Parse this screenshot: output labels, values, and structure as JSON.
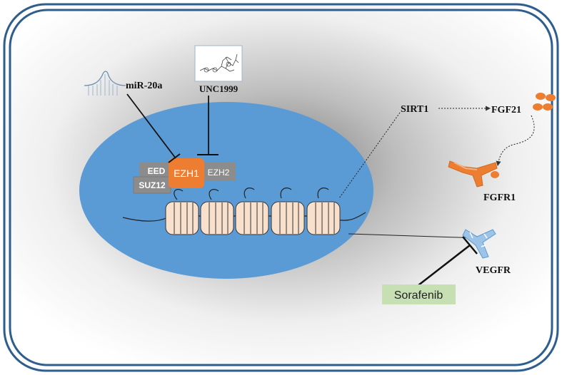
{
  "labels": {
    "mirna": "miR-20a",
    "inhibitor": "UNC1999",
    "eed": "EED",
    "suz12": "SUZ12",
    "ezh1": "EZH1",
    "ezh2": "EZH2",
    "sirt1": "SIRT1",
    "fgf21": "FGF21",
    "fgfr1": "FGFR1",
    "vegfr": "VEGFR",
    "sorafenib": "Sorafenib"
  },
  "colors": {
    "cell_border": "#2e5e8e",
    "nucleus": "#5b9bd5",
    "ezh1": "#ed7d31",
    "prc_box": "#8c8c8c",
    "fgf21_dots": "#ed7d31",
    "fgfr1": "#ed7d31",
    "vegfr": "#9dc3e6",
    "sorafenib_bg": "#c6e0b4",
    "nucleosome": "#f8e0cc"
  }
}
